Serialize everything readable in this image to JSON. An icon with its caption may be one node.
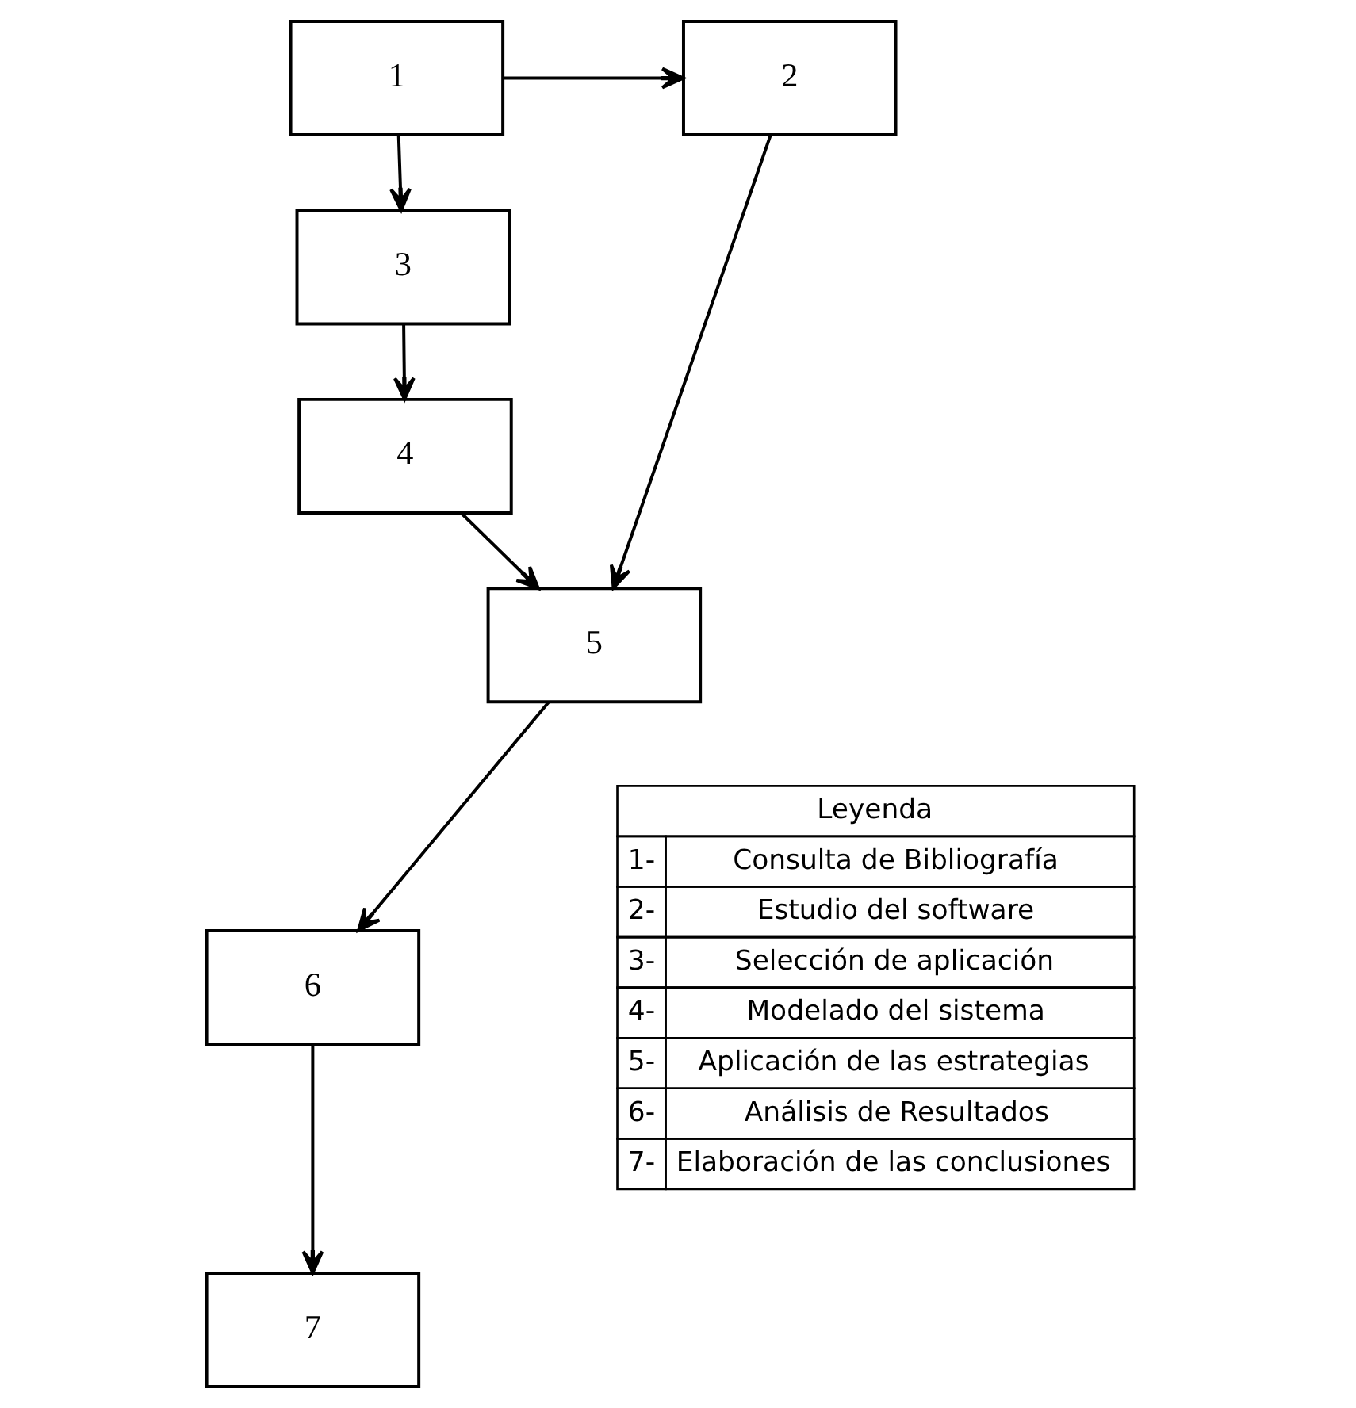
{
  "diagram": {
    "nodes": [
      {
        "text": [
          "1"
        ]
      },
      {
        "text": [
          "2"
        ]
      },
      {
        "text": [
          "3"
        ]
      },
      {
        "text": [
          "4"
        ]
      },
      {
        "text": [
          "5"
        ]
      },
      {
        "text": [
          "6"
        ]
      },
      {
        "text": [
          "7"
        ]
      }
    ],
    "edges": [
      {
        "from": 0,
        "to": 1,
        "arrow": "to"
      },
      {
        "from": 0,
        "to": 2,
        "arrow": "to"
      },
      {
        "from": 2,
        "to": 3,
        "arrow": "to"
      },
      {
        "from": 3,
        "to": 4,
        "arrow": "to"
      },
      {
        "from": 1,
        "to": 4,
        "arrow": "to"
      },
      {
        "from": 4,
        "to": 5,
        "arrow": "to"
      },
      {
        "from": 5,
        "to": 6,
        "arrow": "to"
      }
    ],
    "labels": [
      "Leyenda",
      "1-",
      "Consulta de Bibliografía",
      "2-",
      "Estudio del software",
      "3-",
      "Selección de aplicación",
      "4-",
      "Modelado del sistema",
      "5-",
      "Aplicación de las estrategias",
      "6-",
      "Análisis de Resultados",
      "7-",
      "Elaboración de las conclusiones"
    ]
  }
}
